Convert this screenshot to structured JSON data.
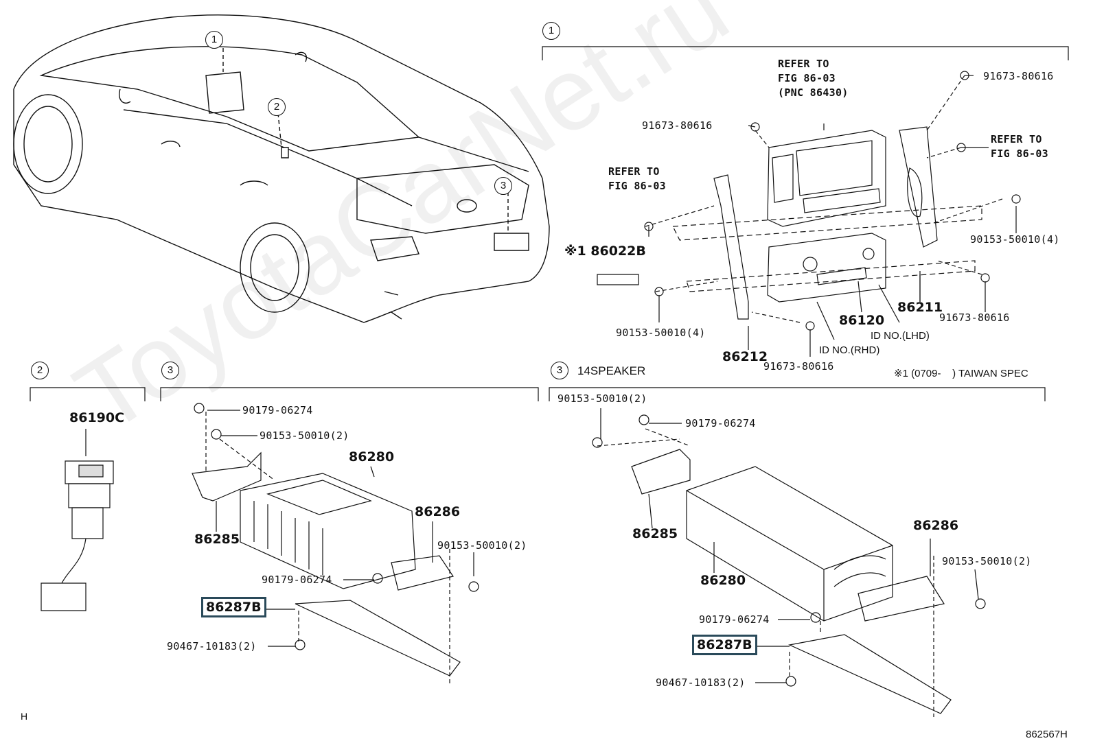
{
  "watermark": "ToyotaCarNet.ru",
  "corner_left": "H",
  "figure_id": "862567H",
  "callouts": [
    "1",
    "2",
    "3"
  ],
  "section1": {
    "title_num": "1",
    "refer_top": [
      "REFER TO",
      "FIG 86-03",
      "(PNC 86430)"
    ],
    "refer_right": [
      "REFER TO",
      "FIG 86-03"
    ],
    "refer_left": [
      "REFER TO",
      "FIG 86-03"
    ],
    "part_86022b": "※1 86022B",
    "parts": {
      "p91673_top": "91673-80616",
      "p91673_mid": "91673-80616",
      "p90153_right": "90153-50010(4)",
      "p86211": "86211",
      "p91673_lower_right": "91673-80616",
      "p86120": "86120",
      "id_lhd": "ID NO.(LHD)",
      "id_rhd": "ID NO.(RHD)",
      "p90153_left": "90153-50010(4)",
      "p86212": "86212",
      "p91673_bottom": "91673-80616"
    },
    "footnote": "※1 (0709-    ) TAIWAN SPEC"
  },
  "section2": {
    "title_num": "2",
    "p86190c": "86190C"
  },
  "section3a": {
    "title_num": "3",
    "p90179_top": "90179-06274",
    "p90153_top": "90153-50010(2)",
    "p86280": "86280",
    "p86285": "86285",
    "p86286": "86286",
    "p90153_right": "90153-50010(2)",
    "p90179_mid": "90179-06274",
    "p86287b": "86287B",
    "p90467": "90467-10183(2)"
  },
  "section3b": {
    "title_num": "3",
    "title_text": "14SPEAKER",
    "p90153_top": "90153-50010(2)",
    "p90179_top": "90179-06274",
    "p86285": "86285",
    "p86280": "86280",
    "p86286": "86286",
    "p90153_right": "90153-50010(2)",
    "p90179_mid": "90179-06274",
    "p86287b": "86287B",
    "p90467": "90467-10183(2)"
  }
}
